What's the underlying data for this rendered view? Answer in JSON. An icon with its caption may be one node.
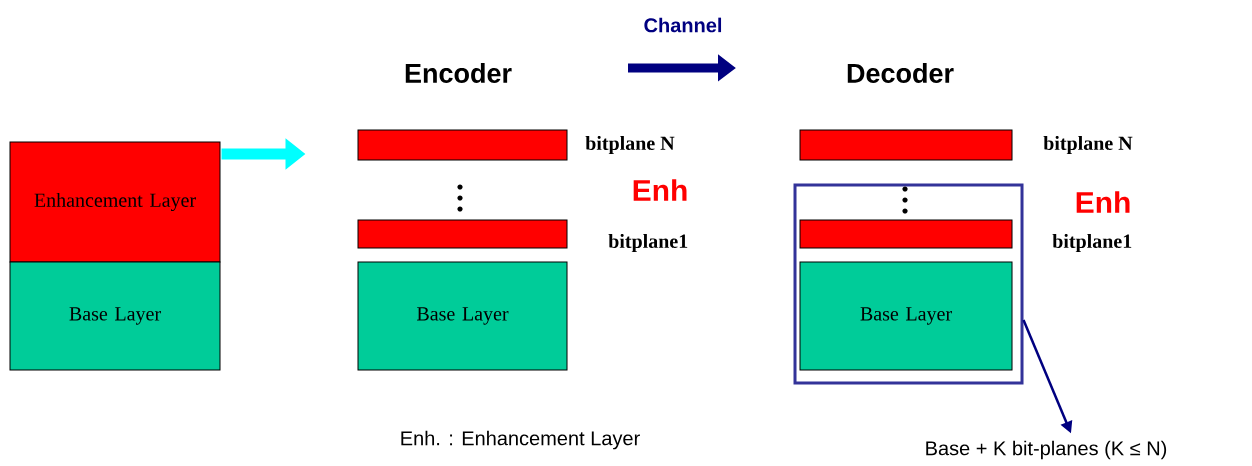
{
  "diagram": {
    "nodes": [
      {
        "text": [
          "Enhancement Layer"
        ]
      },
      {
        "text": [
          "Base Layer"
        ]
      },
      {
        "text": [],
        "shape": "bar",
        "beside": [
          "bitplane N"
        ]
      },
      {
        "text": [],
        "shape": "bar",
        "beside": [
          "bitplane1"
        ]
      },
      {
        "text": [
          "Base Layer"
        ]
      },
      {
        "text": [],
        "shape": "bar",
        "beside": [
          "bitplane N"
        ]
      },
      {
        "text": [],
        "shape": "box"
      },
      {
        "text": [],
        "shape": "bar",
        "in": 6,
        "beside": [
          "bitplane1"
        ]
      },
      {
        "text": [
          "Base Layer"
        ],
        "in": 6
      },
      {
        "text": [
          "Base + K bit-planes (K ≤ N)"
        ]
      }
    ],
    "edges": [
      {
        "from": 0,
        "to": null,
        "arrow": "to",
        "style": "thick",
        "color": "#00ffff"
      },
      {
        "from": 6,
        "to": 9,
        "arrow": "to",
        "color": "#000080"
      }
    ],
    "labels": [
      "Channel",
      "Encoder",
      "Decoder",
      "Enh",
      "Enh",
      "Enh. : Enhancement Layer"
    ]
  }
}
